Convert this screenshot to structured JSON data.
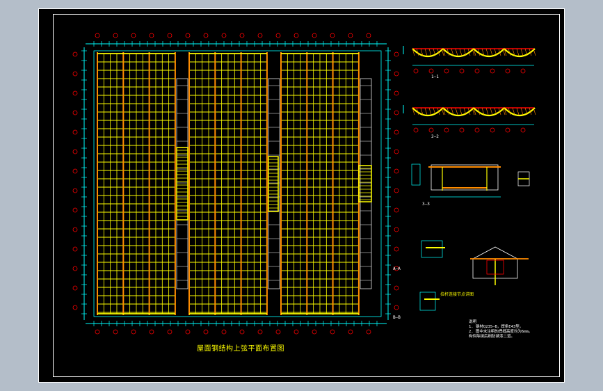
{
  "drawing": {
    "main_title": "屋面钢结构上弦平面布置图",
    "sections": {
      "s11": "1—1",
      "s22": "2—2",
      "s33": "3—3",
      "saa": "A—A",
      "sbb": "B—B"
    },
    "node_detail_label": "拉杆连接节点详图",
    "notes": [
      "说明",
      "1. 钢材Q235—B，焊条E43型。",
      "2. 图中未注明的焊缝高度均为6mm。",
      "   构件除锈后刷防锈漆二道。"
    ],
    "colors": {
      "sheet_background": "#000000",
      "frame": "#ffffff",
      "steel_members": "#ffff00",
      "secondary_members": "#ff8c00",
      "dimension_lines": "#00ffff",
      "axis_bubbles": "#ff0000",
      "outer_background": "#b4bec9"
    }
  }
}
